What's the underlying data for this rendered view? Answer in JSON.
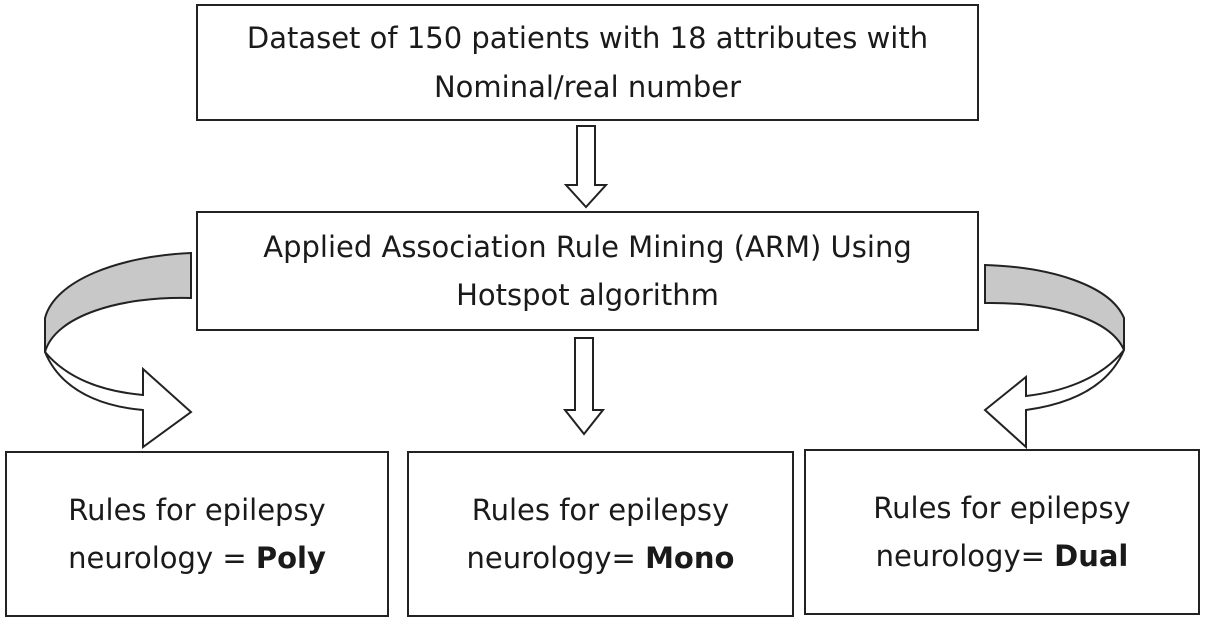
{
  "diagram": {
    "top_box": {
      "line1": "Dataset of 150 patients with 18 attributes with",
      "line2": "Nominal/real number"
    },
    "middle_box": {
      "line1": "Applied Association Rule Mining (ARM) Using",
      "line2": "Hotspot algorithm"
    },
    "outputs": [
      {
        "line1": "Rules for epilepsy",
        "line2_prefix": "neurology = ",
        "line2_bold": "Poly"
      },
      {
        "line1": "Rules for epilepsy",
        "line2_prefix": "neurology= ",
        "line2_bold": "Mono"
      },
      {
        "line1": "Rules for epilepsy",
        "line2_prefix": "neurology= ",
        "line2_bold": "Dual"
      }
    ],
    "colors": {
      "border": "#222222",
      "curved_arrow_band": "#c8c8c8",
      "arrow_fill": "#ffffff"
    }
  }
}
